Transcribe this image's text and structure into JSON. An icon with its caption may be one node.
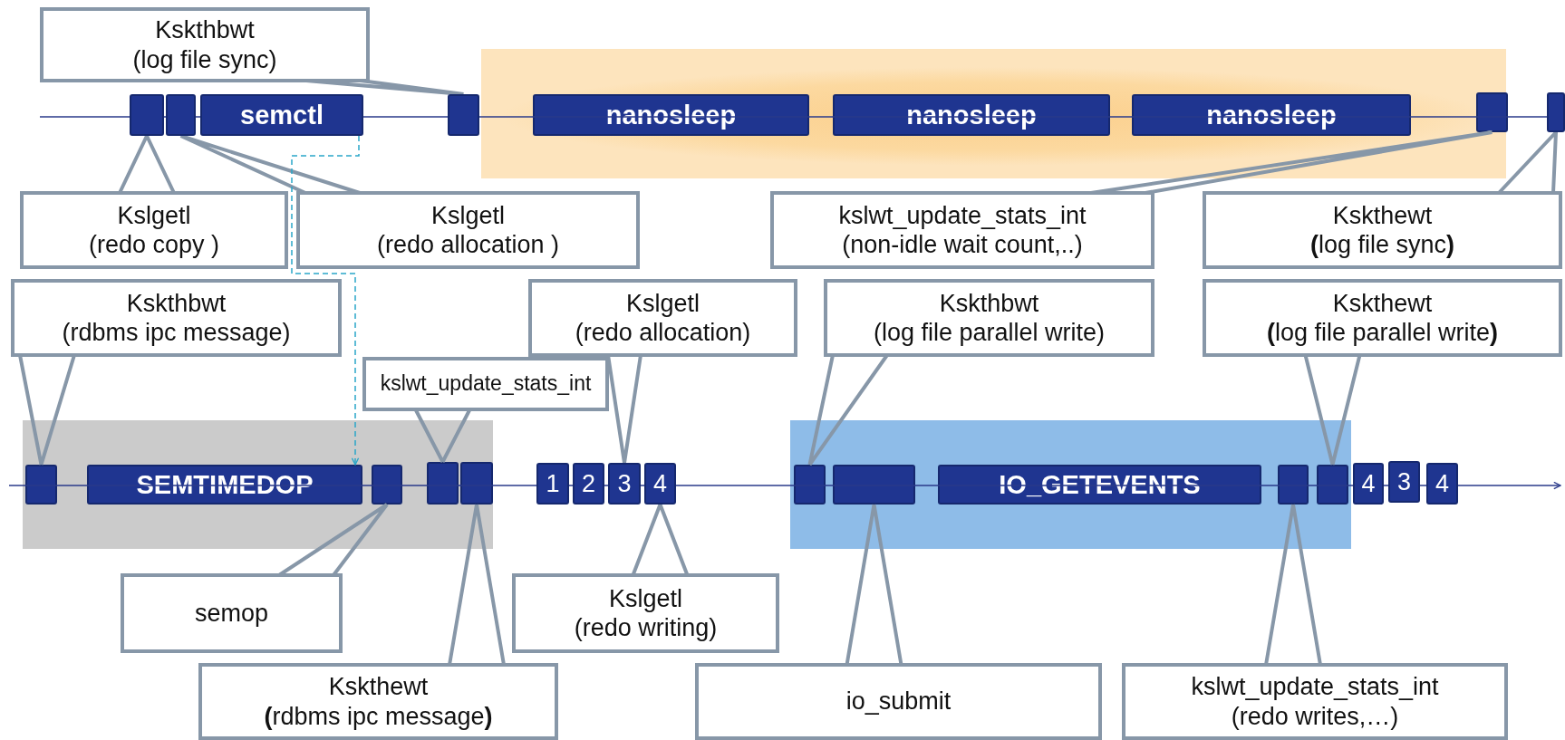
{
  "diagram": {
    "nodes": [
      {
        "text": [
          "Kskthbwt",
          "(log file sync)"
        ]
      },
      {
        "text": [],
        "shape": "box"
      },
      {
        "text": [],
        "shape": "box"
      },
      {
        "text": [
          "semctl"
        ]
      },
      {
        "text": [],
        "shape": "box"
      },
      {
        "text": [],
        "shape": "band"
      },
      {
        "text": [
          "nanosleep"
        ],
        "in": 5
      },
      {
        "text": [
          "nanosleep"
        ],
        "in": 5
      },
      {
        "text": [
          "nanosleep"
        ],
        "in": 5
      },
      {
        "text": [],
        "shape": "box",
        "in": 5
      },
      {
        "text": [],
        "shape": "box"
      },
      {
        "text": [
          "Kslgetl",
          "(redo copy )"
        ]
      },
      {
        "text": [
          "Kslgetl",
          "(redo allocation )"
        ]
      },
      {
        "text": [
          "kslwt_update_stats_int",
          "(non-idle wait count,..)"
        ]
      },
      {
        "text": [
          "Kskthewt",
          "**(**log file sync**)**"
        ]
      },
      {
        "text": [
          "Kskthbwt",
          "(rdbms ipc message)"
        ]
      },
      {
        "text": [
          "Kslgetl",
          "(redo allocation)"
        ]
      },
      {
        "text": [
          "Kskthbwt",
          "(log file parallel write)"
        ]
      },
      {
        "text": [
          "Kskthewt",
          "**(**log file parallel write**)**"
        ]
      },
      {
        "text": [
          "kslwt_update_stats_int"
        ]
      },
      {
        "text": [],
        "shape": "band"
      },
      {
        "text": [],
        "shape": "box",
        "in": 20
      },
      {
        "text": [
          "SEMTIMEDOP"
        ],
        "in": 20
      },
      {
        "text": [],
        "shape": "box",
        "in": 20
      },
      {
        "text": [],
        "shape": "box",
        "in": 20
      },
      {
        "text": [],
        "shape": "box",
        "in": 20
      },
      {
        "text": [
          "1"
        ]
      },
      {
        "text": [
          "2"
        ]
      },
      {
        "text": [
          "3"
        ]
      },
      {
        "text": [
          "4"
        ]
      },
      {
        "text": [],
        "shape": "band"
      },
      {
        "text": [],
        "shape": "box",
        "in": 30
      },
      {
        "text": [],
        "shape": "box",
        "in": 30
      },
      {
        "text": [
          "IO_GETEVENTS"
        ],
        "in": 30
      },
      {
        "text": [],
        "shape": "box",
        "in": 30
      },
      {
        "text": [],
        "shape": "box",
        "in": 30
      },
      {
        "text": [
          "4"
        ]
      },
      {
        "text": [
          "3"
        ]
      },
      {
        "text": [
          "4"
        ]
      },
      {
        "text": [
          "semop"
        ]
      },
      {
        "text": [
          "Kslgetl",
          "(redo writing)"
        ]
      },
      {
        "text": [
          "Kskthewt",
          "**(**rdbms ipc message**)**"
        ]
      },
      {
        "text": [
          "io_submit"
        ]
      },
      {
        "text": [
          "kslwt_update_stats_int",
          "(redo writes,…)"
        ]
      }
    ],
    "edges": [
      {
        "from": 0,
        "to": 4,
        "arrow": "none"
      },
      {
        "from": 11,
        "to": 1,
        "arrow": "none"
      },
      {
        "from": 12,
        "to": 2,
        "arrow": "none"
      },
      {
        "from": 13,
        "to": 9,
        "arrow": "none"
      },
      {
        "from": 14,
        "to": 10,
        "arrow": "none"
      },
      {
        "from": 15,
        "to": 21,
        "arrow": "none"
      },
      {
        "from": 16,
        "to": 28,
        "arrow": "none"
      },
      {
        "from": 17,
        "to": 31,
        "arrow": "none"
      },
      {
        "from": 18,
        "to": 35,
        "arrow": "none"
      },
      {
        "from": 19,
        "to": 24,
        "arrow": "none"
      },
      {
        "from": 39,
        "to": 23,
        "arrow": "none"
      },
      {
        "from": 40,
        "to": 29,
        "arrow": "none"
      },
      {
        "from": 41,
        "to": 25,
        "arrow": "none"
      },
      {
        "from": 42,
        "to": 32,
        "arrow": "none"
      },
      {
        "from": 43,
        "to": 34,
        "arrow": "none"
      },
      {
        "from": 3,
        "to": 22,
        "arrow": "to",
        "style": "dashed",
        "color": "#2aa7c9"
      }
    ]
  }
}
